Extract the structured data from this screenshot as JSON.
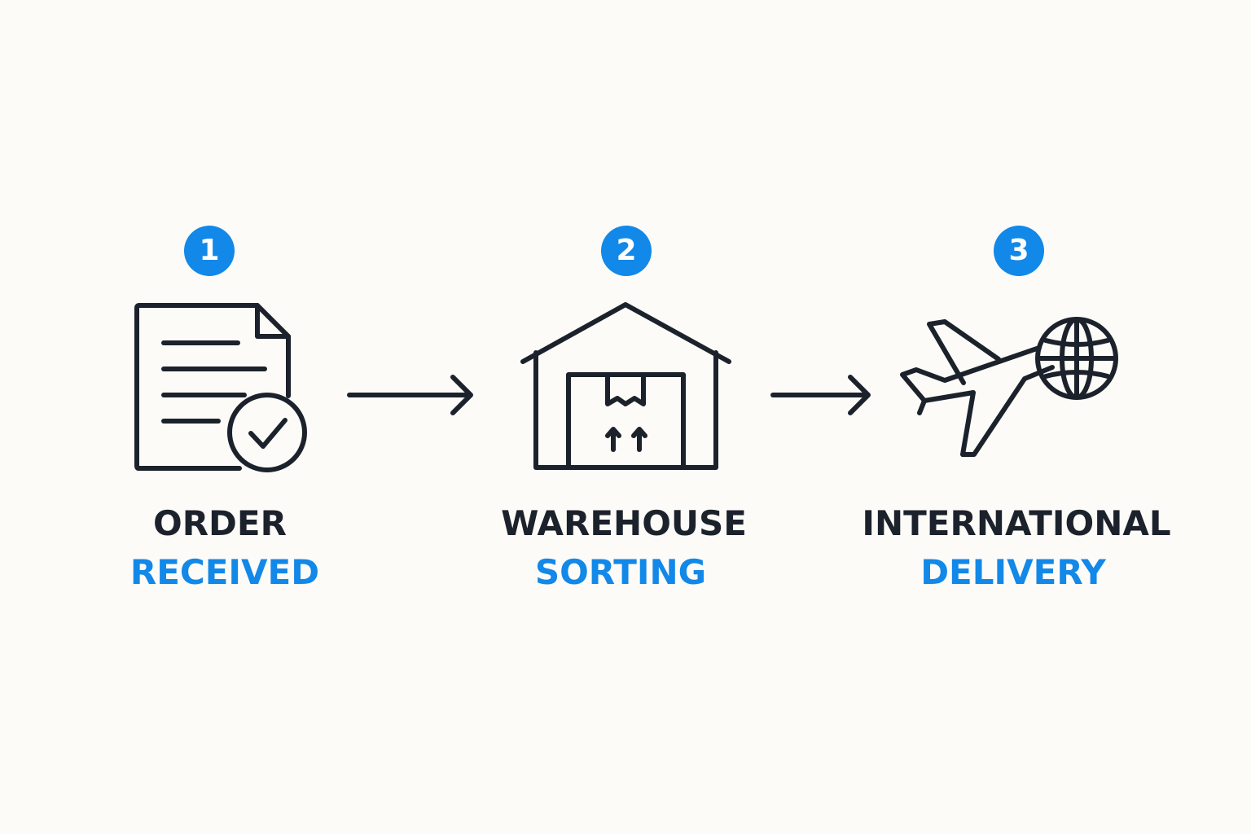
{
  "colors": {
    "background": "#fcfbf8",
    "accent": "#1288e8",
    "ink": "#1c222b"
  },
  "steps": [
    {
      "number": "1",
      "icon": "document-check-icon",
      "title_line1": "ORDER",
      "title_line2": "RECEIVED"
    },
    {
      "number": "2",
      "icon": "warehouse-icon",
      "title_line1": "WAREHOUSE",
      "title_line2": "SORTING"
    },
    {
      "number": "3",
      "icon": "airplane-globe-icon",
      "title_line1": "INTERNATIONAL",
      "title_line2": "DELIVERY"
    }
  ],
  "connectors": [
    "arrow-right-icon",
    "arrow-right-icon"
  ]
}
